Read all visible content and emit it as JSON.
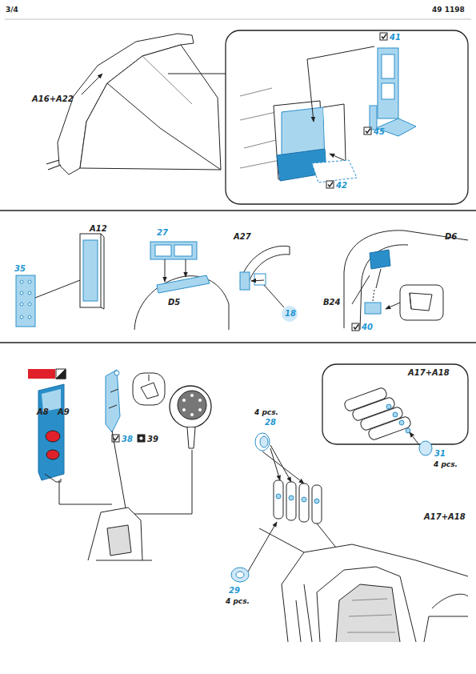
{
  "diagram": {
    "labels": [
      "3/4",
      "49 1198",
      "41",
      "A16+A22",
      "45",
      "42",
      "A12",
      "27",
      "A27",
      "D6",
      "35",
      "B24",
      "D5",
      "18",
      "40",
      "A17+A18",
      "A8",
      "A9",
      "4 pcs.",
      "28",
      "38",
      "39",
      "31",
      "4 pcs.",
      "A17+A18",
      "29",
      "4 pcs."
    ]
  }
}
